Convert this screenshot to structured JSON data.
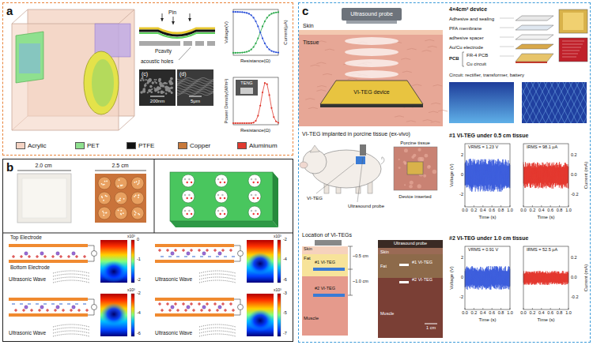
{
  "diagram": {
    "nodes": [
      {
        "text": [
          "a"
        ]
      },
      {
        "text": [
          "b"
        ]
      },
      {
        "text": [
          "c"
        ]
      }
    ],
    "labels": [
      "Pin",
      "Pcavity",
      "acoustic holes",
      "(c)",
      "(d)",
      "200nm",
      "5μm",
      "Voltage(V)",
      "Current(μA)",
      "Resistance(Ω)",
      "TENG",
      "Power Density(W/m²)",
      "Resistance(Ω)",
      "2.0 cm",
      "2.5 cm",
      "Top Electrode",
      "Bottom Electrode",
      "Ultrasonic Wave",
      "x10³",
      "0",
      "-1",
      "-2",
      "Ultrasonic Wave",
      "x10³",
      "-2",
      "-4",
      "-6",
      "Ultrasonic Wave",
      "x10³",
      "-2",
      "-4",
      "-6",
      "Ultrasonic Wave",
      "x10³",
      "-3",
      "-5",
      "-7",
      "Ultrasound probe",
      "Skin",
      "Tissue",
      "VI-TEG device",
      "4×4cm² device",
      "Adhesive and sealing",
      "PFA membrane",
      "adhesive spacer",
      "Au/Cu electrode",
      "PCB",
      "FR-4 PCB",
      "Cu circuit",
      "Circuit: rectifier, transformer, battery",
      "VI-TEG implanted in porcine tissue (ex-vivo)",
      "Porcine tissue",
      "VI-TEG",
      "Ultrasound probe",
      "Device inserted",
      "Location of VI-TEGs",
      "Skin",
      "Fat",
      "Muscle",
      "#1 VI-TEG",
      "#2 VI-TEG",
      "~0.5 cm",
      "~1.0 cm",
      "Ultrasound probe",
      "Skin",
      "Fat",
      "Muscle",
      "#1 VI-TEG",
      "#2 VI-TEG",
      "1 cm",
      "#1 VI-TEG under 0.5 cm tissue",
      "VRMS = 1.23 V",
      "IRMS = 98.1 μA",
      "Voltage (V)",
      "Current (mA)",
      "2",
      "0",
      "-2",
      "0.2",
      "0.0",
      "-0.2",
      "0.0",
      "0.2",
      "0.4",
      "0.6",
      "0.8",
      "1.0",
      "Time (s)",
      "0.0",
      "0.2",
      "0.4",
      "0.6",
      "0.8",
      "1.0",
      "Time (s)",
      "#2 VI-TEG under 1.0 cm tissue",
      "VRMS = 0.91 V",
      "IRMS = 52.5 μA",
      "Voltage (V)",
      "Current (mA)",
      "2",
      "0",
      "-2",
      "0.2",
      "0.0",
      "-0.2",
      "0.0",
      "0.2",
      "0.4",
      "0.6",
      "0.8",
      "1.0",
      "Time (s)",
      "0.0",
      "0.2",
      "0.4",
      "0.6",
      "0.8",
      "1.0",
      "Time (s)"
    ],
    "legend": [
      {
        "text": "Acrylic",
        "color": "#f4d3c3"
      },
      {
        "text": "PET",
        "color": "#8fe08f"
      },
      {
        "text": "PTFE",
        "color": "#111111"
      },
      {
        "text": "Copper",
        "color": "#c8793a"
      },
      {
        "text": "Aluminum",
        "color": "#e03a2f"
      }
    ]
  }
}
